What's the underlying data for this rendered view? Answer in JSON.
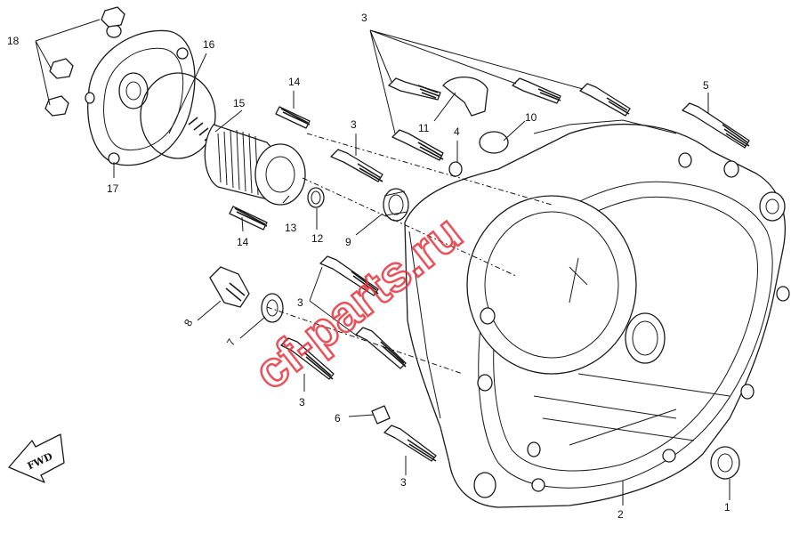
{
  "diagram": {
    "callouts": [
      {
        "id": "c18",
        "label": "18"
      },
      {
        "id": "c16",
        "label": "16"
      },
      {
        "id": "c15",
        "label": "15"
      },
      {
        "id": "c14a",
        "label": "14"
      },
      {
        "id": "c14b",
        "label": "14"
      },
      {
        "id": "c17",
        "label": "17"
      },
      {
        "id": "c13",
        "label": "13"
      },
      {
        "id": "c12",
        "label": "12"
      },
      {
        "id": "c9",
        "label": "9"
      },
      {
        "id": "c3top",
        "label": "3"
      },
      {
        "id": "c3mid",
        "label": "3"
      },
      {
        "id": "c3left",
        "label": "3"
      },
      {
        "id": "c3low",
        "label": "3"
      },
      {
        "id": "c3bot",
        "label": "3"
      },
      {
        "id": "c11",
        "label": "11"
      },
      {
        "id": "c4",
        "label": "4"
      },
      {
        "id": "c10",
        "label": "10"
      },
      {
        "id": "c5",
        "label": "5"
      },
      {
        "id": "c8",
        "label": "8"
      },
      {
        "id": "c7",
        "label": "7"
      },
      {
        "id": "c6",
        "label": "6"
      },
      {
        "id": "c2",
        "label": "2"
      },
      {
        "id": "c1",
        "label": "1"
      }
    ],
    "direction_badge": "FWD",
    "watermark": "cf-parts.ru",
    "colors": {
      "line": "#1a1a1a",
      "watermark": "#e8323c",
      "background": "#ffffff"
    }
  }
}
